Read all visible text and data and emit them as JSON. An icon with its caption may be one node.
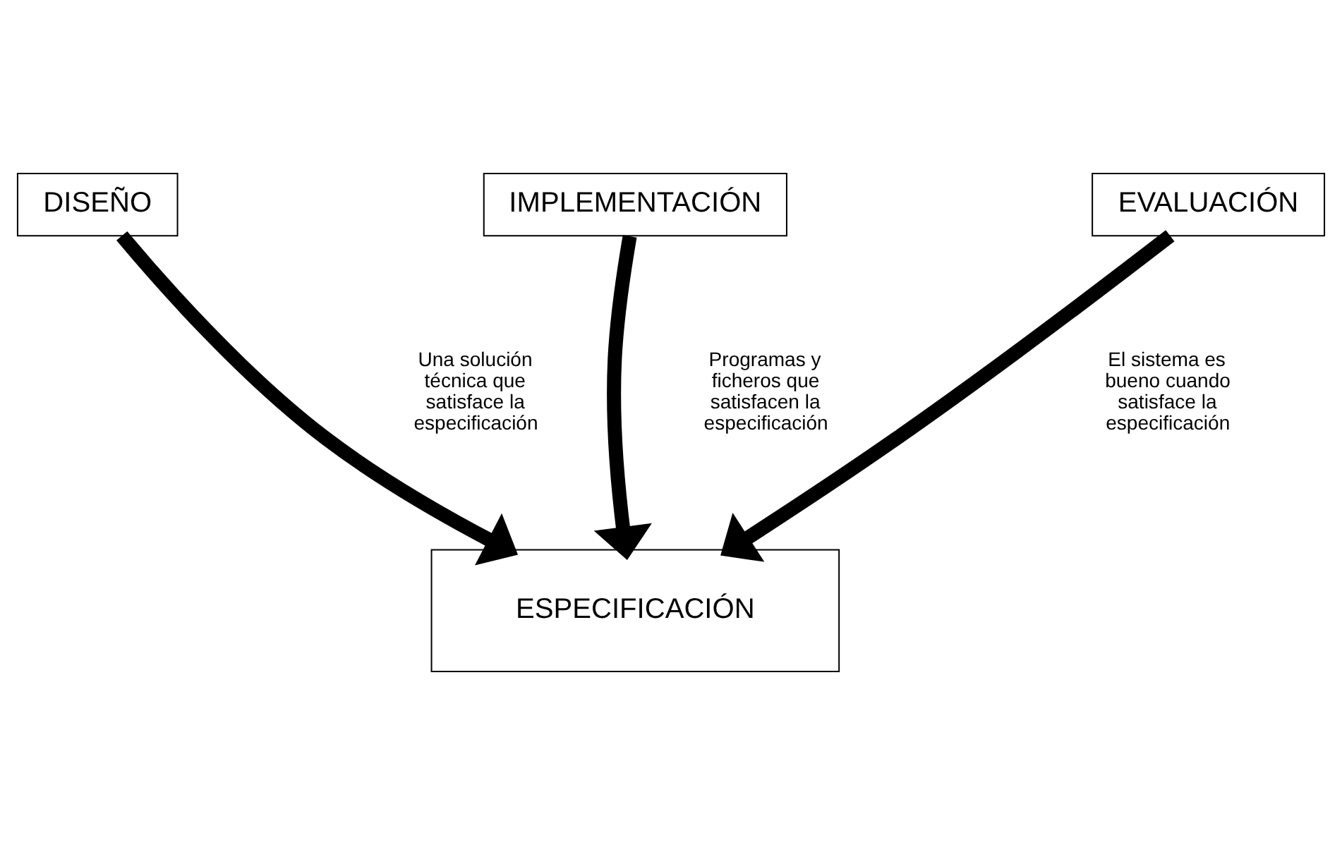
{
  "diagram": {
    "nodes": [
      {
        "text": [
          "DISEÑO"
        ]
      },
      {
        "text": [
          "IMPLEMENTACIÓN"
        ]
      },
      {
        "text": [
          "EVALUACIÓN"
        ]
      },
      {
        "text": [
          "ESPECIFICACIÓN"
        ]
      }
    ],
    "edges": [
      {
        "from": 0,
        "to": 3,
        "arrow": "to",
        "label": "Una solución técnica que satisface la especificación"
      },
      {
        "from": 1,
        "to": 3,
        "arrow": "to",
        "label": "Programas y ficheros que satisfacen la especificación"
      },
      {
        "from": 2,
        "to": 3,
        "arrow": "to",
        "label": "El sistema es bueno cuando satisface la especificación"
      }
    ]
  }
}
